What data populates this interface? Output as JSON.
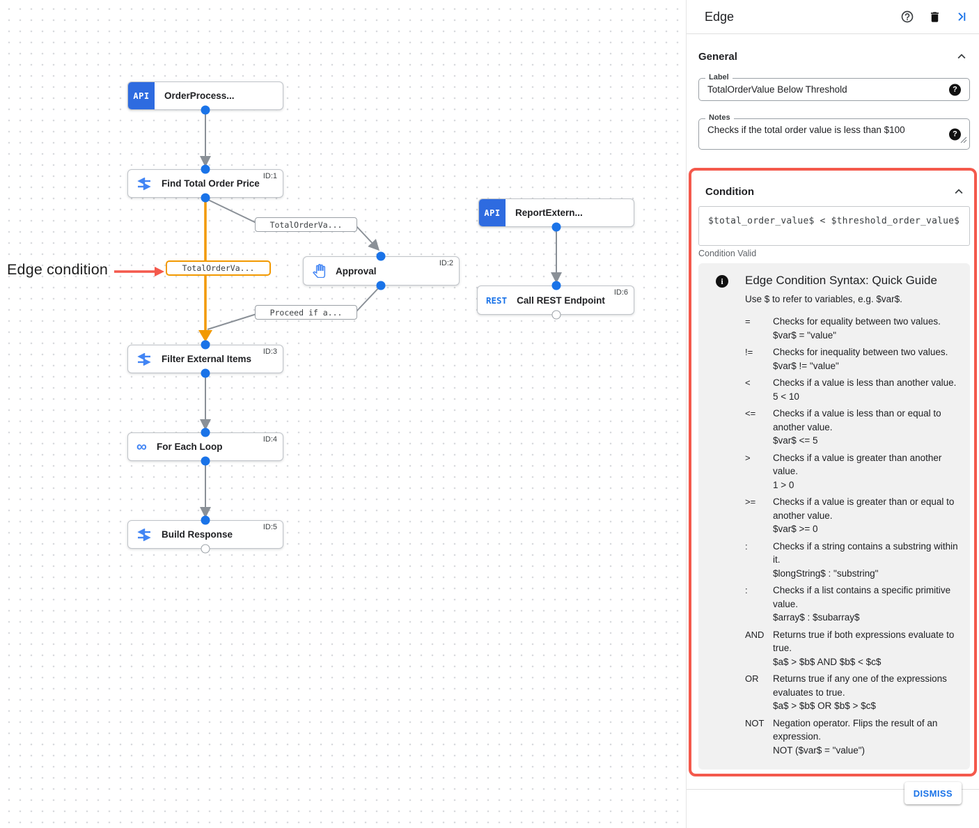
{
  "colors": {
    "accent_blue": "#1a73e8",
    "node_icon_blue": "#2e6be0",
    "edge_gray": "#8a9097",
    "edge_orange": "#f29900",
    "highlight_red": "#f4594c"
  },
  "canvas": {
    "annotation_label": "Edge condition",
    "icons": {
      "api": "API",
      "rest": "REST",
      "for_each": "∞"
    },
    "nodes": [
      {
        "title": "OrderProcess...",
        "id_label": ""
      },
      {
        "title": "Find Total Order Price",
        "id_label": "ID:1"
      },
      {
        "title": "Approval",
        "id_label": "ID:2"
      },
      {
        "title": "ReportExtern...",
        "id_label": ""
      },
      {
        "title": "Call REST Endpoint",
        "id_label": "ID:6"
      },
      {
        "title": "Filter External Items",
        "id_label": "ID:3"
      },
      {
        "title": "For Each Loop",
        "id_label": "ID:4"
      },
      {
        "title": "Build Response",
        "id_label": "ID:5"
      }
    ],
    "edge_labels": [
      {
        "text": "TotalOrderVa..."
      },
      {
        "text": "TotalOrderVa..."
      },
      {
        "text": "Proceed if a..."
      }
    ]
  },
  "panel": {
    "title": "Edge",
    "general": {
      "title": "General",
      "label_field": {
        "label": "Label",
        "value": "TotalOrderValue Below Threshold"
      },
      "notes_field": {
        "label": "Notes",
        "value": "Checks if the total order value is less than $100"
      }
    },
    "condition": {
      "title": "Condition",
      "expression": "$total_order_value$ < $threshold_order_value$",
      "status": "Condition Valid",
      "guide": {
        "title": "Edge Condition Syntax: Quick Guide",
        "subtitle": "Use $ to refer to variables, e.g. $var$.",
        "rows": [
          {
            "op": "=",
            "desc": "Checks for equality between two values.",
            "example": "$var$ = \"value\""
          },
          {
            "op": "!=",
            "desc": "Checks for inequality between two values.",
            "example": "$var$ != \"value\""
          },
          {
            "op": "<",
            "desc": "Checks if a value is less than another value.",
            "example": "5 < 10"
          },
          {
            "op": "<=",
            "desc": "Checks if a value is less than or equal to another value.",
            "example": "$var$ <= 5"
          },
          {
            "op": ">",
            "desc": "Checks if a value is greater than another value.",
            "example": "1 > 0"
          },
          {
            "op": ">=",
            "desc": "Checks if a value is greater than or equal to another value.",
            "example": "$var$ >= 0"
          },
          {
            "op": ":",
            "desc": "Checks if a string contains a substring within it.",
            "example": "$longString$ : \"substring\""
          },
          {
            "op": ":",
            "desc": "Checks if a list contains a specific primitive value.",
            "example": "$array$ : $subarray$"
          },
          {
            "op": "AND",
            "desc": "Returns true if both expressions evaluate to true.",
            "example": "$a$ > $b$ AND $b$ < $c$"
          },
          {
            "op": "OR",
            "desc": "Returns true if any one of the expressions evaluates to true.",
            "example": "$a$ > $b$ OR $b$ > $c$"
          },
          {
            "op": "NOT",
            "desc": "Negation operator. Flips the result of an expression.",
            "example": "NOT ($var$ = \"value\")"
          }
        ]
      }
    },
    "dismiss_label": "DISMISS"
  }
}
